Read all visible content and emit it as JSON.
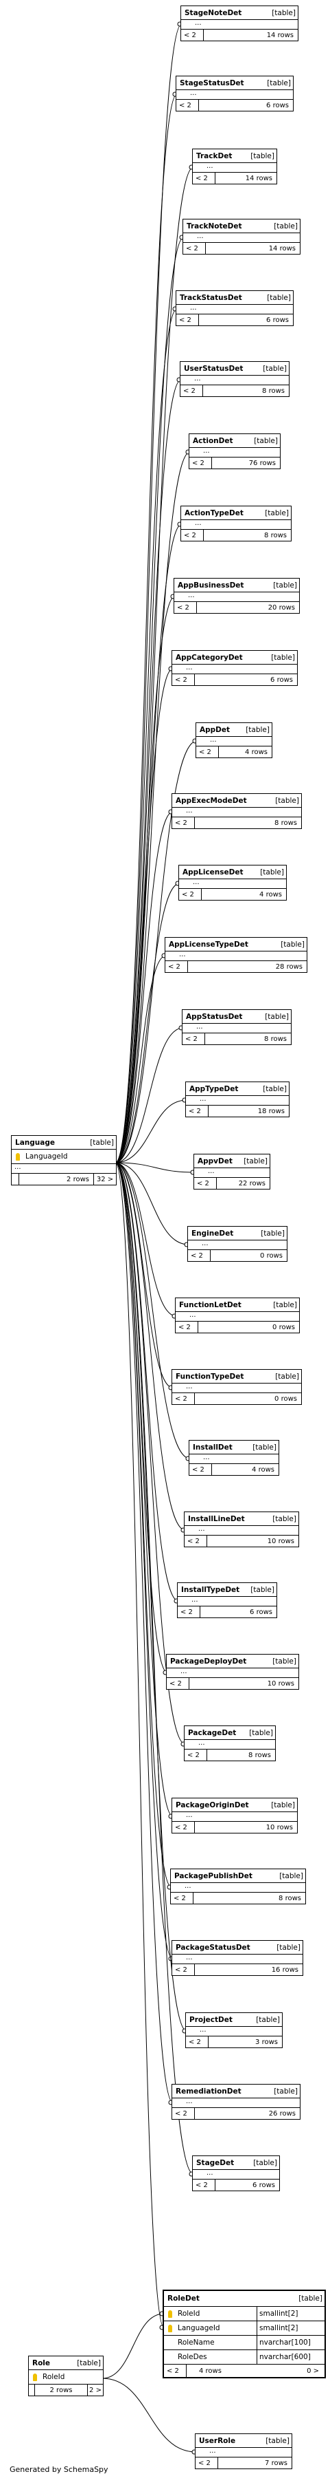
{
  "language": {
    "name": "Language",
    "type_label": "[table]",
    "columns": [
      {
        "name": "LanguageId",
        "key": true
      }
    ],
    "ellipsis": "...",
    "rows_label": "2 rows",
    "children_label": "32 >"
  },
  "child_tables": [
    {
      "name": "StageNoteDet",
      "rows": "14 rows"
    },
    {
      "name": "StageStatusDet",
      "rows": "6 rows"
    },
    {
      "name": "TrackDet",
      "rows": "14 rows"
    },
    {
      "name": "TrackNoteDet",
      "rows": "14 rows"
    },
    {
      "name": "TrackStatusDet",
      "rows": "6 rows"
    },
    {
      "name": "UserStatusDet",
      "rows": "8 rows"
    },
    {
      "name": "ActionDet",
      "rows": "76 rows"
    },
    {
      "name": "ActionTypeDet",
      "rows": "8 rows"
    },
    {
      "name": "AppBusinessDet",
      "rows": "20 rows"
    },
    {
      "name": "AppCategoryDet",
      "rows": "6 rows"
    },
    {
      "name": "AppDet",
      "rows": "4 rows"
    },
    {
      "name": "AppExecModeDet",
      "rows": "8 rows"
    },
    {
      "name": "AppLicenseDet",
      "rows": "4 rows"
    },
    {
      "name": "AppLicenseTypeDet",
      "rows": "28 rows"
    },
    {
      "name": "AppStatusDet",
      "rows": "8 rows"
    },
    {
      "name": "AppTypeDet",
      "rows": "18 rows"
    },
    {
      "name": "AppvDet",
      "rows": "22 rows"
    },
    {
      "name": "EngineDet",
      "rows": "0 rows"
    },
    {
      "name": "FunctionLetDet",
      "rows": "0 rows"
    },
    {
      "name": "FunctionTypeDet",
      "rows": "0 rows"
    },
    {
      "name": "InstallDet",
      "rows": "4 rows"
    },
    {
      "name": "InstallLineDet",
      "rows": "10 rows"
    },
    {
      "name": "InstallTypeDet",
      "rows": "6 rows"
    },
    {
      "name": "PackageDeployDet",
      "rows": "10 rows"
    },
    {
      "name": "PackageDet",
      "rows": "8 rows"
    },
    {
      "name": "PackageOriginDet",
      "rows": "10 rows"
    },
    {
      "name": "PackagePublishDet",
      "rows": "8 rows"
    },
    {
      "name": "PackageStatusDet",
      "rows": "16 rows"
    },
    {
      "name": "ProjectDet",
      "rows": "3 rows"
    },
    {
      "name": "RemediationDet",
      "rows": "26 rows"
    },
    {
      "name": "StageDet",
      "rows": "6 rows"
    }
  ],
  "child_common": {
    "type_label": "[table]",
    "ellipsis": "...",
    "parents_label": "< 2"
  },
  "roledet": {
    "name": "RoleDet",
    "type_label": "[table]",
    "columns": [
      {
        "name": "RoleId",
        "type": "smallint[2]",
        "key": true
      },
      {
        "name": "LanguageId",
        "type": "smallint[2]",
        "key": true
      },
      {
        "name": "RoleName",
        "type": "nvarchar[100]",
        "key": false
      },
      {
        "name": "RoleDes",
        "type": "nvarchar[600]",
        "key": false
      }
    ],
    "parents_label": "< 2",
    "rows_label": "4 rows",
    "children_label": "0 >"
  },
  "role": {
    "name": "Role",
    "type_label": "[table]",
    "columns": [
      {
        "name": "RoleId",
        "key": true
      }
    ],
    "rows_label": "2 rows",
    "children_label": "2 >"
  },
  "userrole": {
    "name": "UserRole",
    "type_label": "[table]",
    "ellipsis": "...",
    "parents_label": "< 2",
    "rows_label": "7 rows"
  },
  "footer": "Generated by SchemaSpy"
}
